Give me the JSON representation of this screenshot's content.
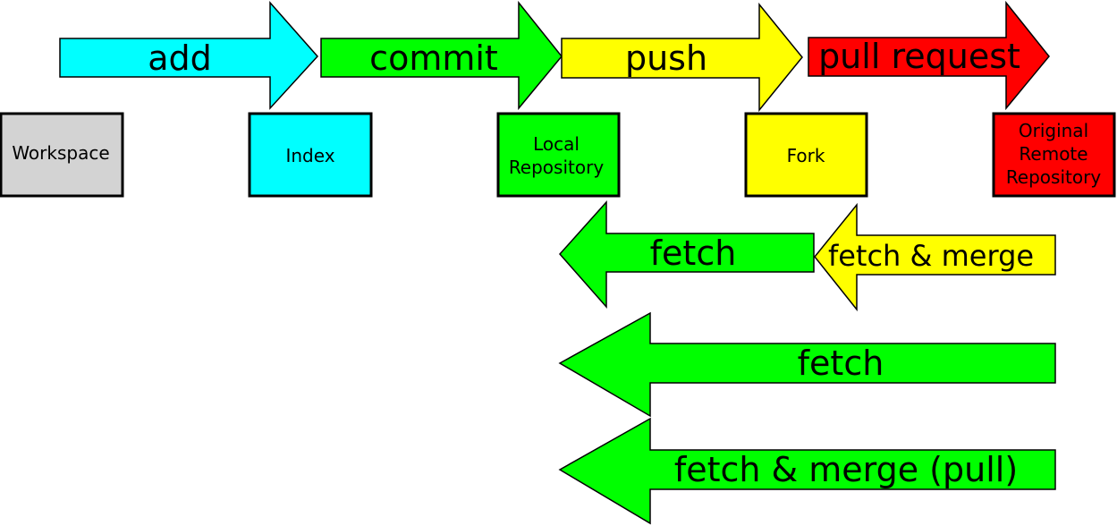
{
  "colors": {
    "cyan": "#00ffff",
    "green": "#00ff00",
    "yellow": "#ffff00",
    "red": "#ff0000",
    "gray": "#d3d3d3",
    "outline": "#000000"
  },
  "boxes": [
    {
      "id": "workspace",
      "lines": [
        "Workspace"
      ],
      "color": "gray"
    },
    {
      "id": "index",
      "lines": [
        "Index"
      ],
      "color": "cyan"
    },
    {
      "id": "local-repository",
      "lines": [
        "Local",
        "Repository"
      ],
      "color": "green"
    },
    {
      "id": "fork",
      "lines": [
        "Fork"
      ],
      "color": "yellow"
    },
    {
      "id": "original-remote-repository",
      "lines": [
        "Original",
        "Remote",
        "Repository"
      ],
      "color": "red"
    }
  ],
  "arrows": [
    {
      "id": "add",
      "label": "add",
      "direction": "right",
      "color": "cyan"
    },
    {
      "id": "commit",
      "label": "commit",
      "direction": "right",
      "color": "green"
    },
    {
      "id": "push",
      "label": "push",
      "direction": "right",
      "color": "yellow"
    },
    {
      "id": "pull-request",
      "label": "pull request",
      "direction": "right",
      "color": "red"
    },
    {
      "id": "fetch-fork-to-local",
      "label": "fetch",
      "direction": "left",
      "color": "green"
    },
    {
      "id": "fetch-merge-original-to-fork",
      "label": "fetch & merge",
      "direction": "left",
      "color": "yellow"
    },
    {
      "id": "fetch-original-to-local",
      "label": "fetch",
      "direction": "left",
      "color": "green"
    },
    {
      "id": "fetch-merge-pull",
      "label": "fetch & merge (pull)",
      "direction": "left",
      "color": "green"
    }
  ]
}
